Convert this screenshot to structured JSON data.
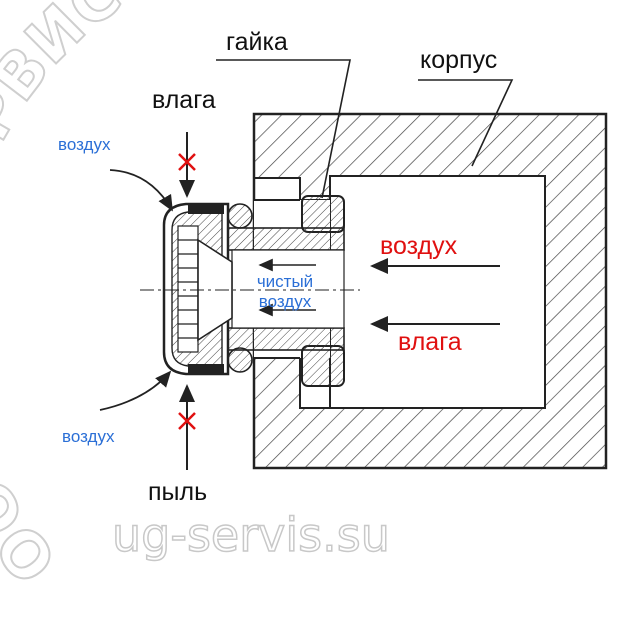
{
  "labels": {
    "nut": "гайка",
    "housing": "корпус",
    "moisture_top": "влага",
    "air_top_left": "воздух",
    "air_bottom_left": "воздух",
    "dust": "пыль",
    "clean_air": "чистый воздух",
    "air_inside": "воздух",
    "moisture_inside": "влага"
  },
  "watermark": {
    "arc_text": "ООО «ЮГ-СЕРВИС»",
    "site": "ug-servis.su"
  },
  "colors": {
    "black": "#111111",
    "blue": "#2b6fd6",
    "red": "#e01010",
    "hatch": "#444444",
    "watermark": "#c8c8c8"
  }
}
